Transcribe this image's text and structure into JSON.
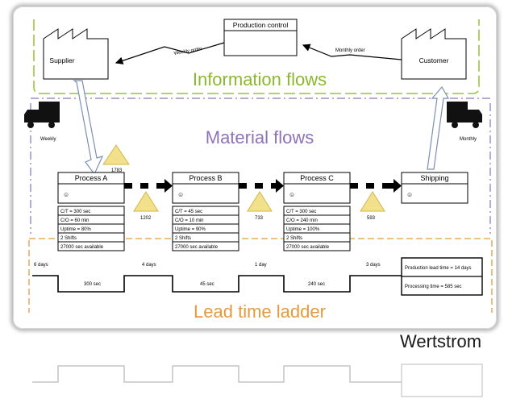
{
  "production_control": "Production control",
  "supplier": "Supplier",
  "customer": "Customer",
  "weekly_order": "Weekly order",
  "monthly_order": "Monthly order",
  "information_flows": "Information flows",
  "material_flows": "Material flows",
  "weekly": "Weekly",
  "monthly": "Monthly",
  "inventory_start": "1783",
  "processes": [
    {
      "name": "Process A",
      "ct": "C/T = 300 sec",
      "co": "C/O = 60 min",
      "uptime": "Uptime = 80%",
      "shifts": "2 Shifts",
      "available": "27000 sec available"
    },
    {
      "name": "Process B",
      "ct": "C/T = 45 sec",
      "co": "C/O = 10 min",
      "uptime": "Uptime = 90%",
      "shifts": "2 Shifts",
      "available": "27000 sec available"
    },
    {
      "name": "Process C",
      "ct": "C/T = 300 sec",
      "co": "C/O = 240 min",
      "uptime": "Uptime = 100%",
      "shifts": "2 Shifts",
      "available": "27000 sec available"
    }
  ],
  "shipping": "Shipping",
  "inventories": [
    "1202",
    "733",
    "593"
  ],
  "ladder_days": [
    "6 days",
    "4 days",
    "1 day",
    "3 days"
  ],
  "ladder_secs": [
    "300 sec",
    "45 sec",
    "240 sec"
  ],
  "production_lead_time": "Production lead time = 14 days",
  "processing_time": "Processing time = 585 sec",
  "lead_time_ladder": "Lead time ladder",
  "caption": "Wertstrom",
  "colors": {
    "info": "#8cb82f",
    "material": "#8e73b8",
    "lead": "#e69a3c",
    "triangle": "#f2e08a"
  }
}
